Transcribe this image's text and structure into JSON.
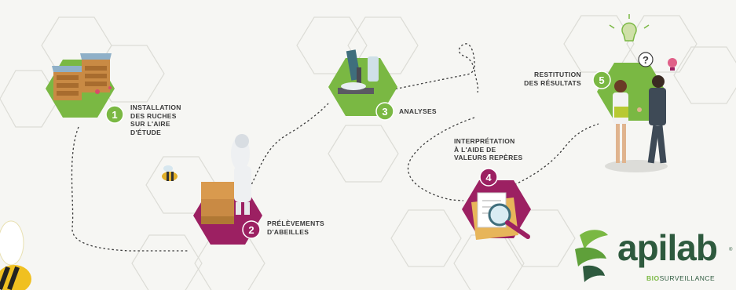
{
  "steps": [
    {
      "number": "1",
      "lines": [
        "INSTALLATION",
        "DES RUCHES",
        "SUR L'AIRE",
        "D'ÉTUDE"
      ]
    },
    {
      "number": "2",
      "lines": [
        "PRÉLÈVEMENTS",
        "D'ABEILLES"
      ]
    },
    {
      "number": "3",
      "lines": [
        "ANALYSES"
      ]
    },
    {
      "number": "4",
      "lines": [
        "INTERPRÉTATION",
        "À L'AIDE DE",
        "VALEURS REPÈRES"
      ]
    },
    {
      "number": "5",
      "lines": [
        "RESTITUTION",
        "DES RÉSULTATS"
      ]
    }
  ],
  "logo": {
    "name": "apilab",
    "sub_prefix": "BIO",
    "sub_rest": "SURVEILLANCE",
    "registered": "®"
  },
  "colors": {
    "green": "#7ab843",
    "magenta": "#9c2062",
    "dark_green": "#2e5a3e",
    "path": "#3a3a3a",
    "outline": "#dcdcd6"
  }
}
